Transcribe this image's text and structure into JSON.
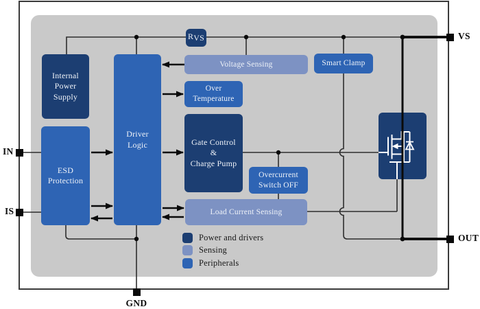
{
  "diagram": {
    "blocks": {
      "internal_power_supply": {
        "label": "Internal\nPower\nSupply",
        "category": "power"
      },
      "esd_protection": {
        "label": "ESD\nProtection",
        "category": "peripherals"
      },
      "driver_logic": {
        "label": "Driver\nLogic",
        "category": "peripherals"
      },
      "rvs": {
        "main": "R",
        "sub": "VS",
        "category": "power"
      },
      "voltage_sensing": {
        "label": "Voltage Sensing",
        "category": "sensing"
      },
      "smart_clamp": {
        "label": "Smart Clamp",
        "category": "peripherals"
      },
      "over_temperature": {
        "label": "Over\nTemperature",
        "category": "peripherals"
      },
      "gate_control_charge_pump": {
        "label": "Gate Control\n&\nCharge Pump",
        "category": "power"
      },
      "overcurrent_switch_off": {
        "label": "Overcurrent\nSwitch OFF",
        "category": "peripherals"
      },
      "load_current_sensing": {
        "label": "Load Current Sensing",
        "category": "sensing"
      },
      "power_mosfet": {
        "symbol": "n-channel-mosfet-with-body-diode",
        "category": "power"
      }
    },
    "pins": {
      "in": "IN",
      "is": "IS",
      "vs": "VS",
      "out": "OUT",
      "gnd": "GND"
    },
    "legend": {
      "items": [
        {
          "label": "Power and drivers",
          "color": "#1c3e72"
        },
        {
          "label": "Sensing",
          "color": "#7d92c3"
        },
        {
          "label": "Peripherals",
          "color": "#2e64b4"
        }
      ]
    },
    "colors": {
      "power_drivers": "#1c3e72",
      "sensing": "#7d92c3",
      "peripherals": "#2e64b4",
      "die_background": "#c9c9c9",
      "wire": "#2e2e2e",
      "pin_black": "#0a0a0a"
    }
  }
}
